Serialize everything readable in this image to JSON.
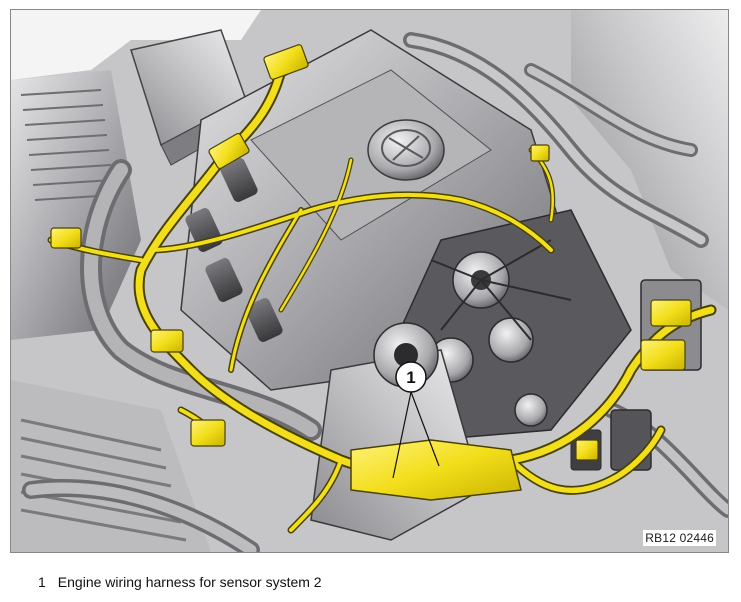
{
  "figure": {
    "reference_code": "RB12 02446",
    "callout_number": "1"
  },
  "legend": {
    "items": [
      {
        "number": "1",
        "text": "Engine wiring harness for sensor system 2"
      }
    ]
  },
  "colors": {
    "harness": "#f2de1a",
    "harness_outline": "#4a4200",
    "metal_light": "#cfcfd1",
    "metal_mid": "#9c9ca0",
    "metal_dark": "#4c4c50",
    "frame_border": "#888888"
  }
}
